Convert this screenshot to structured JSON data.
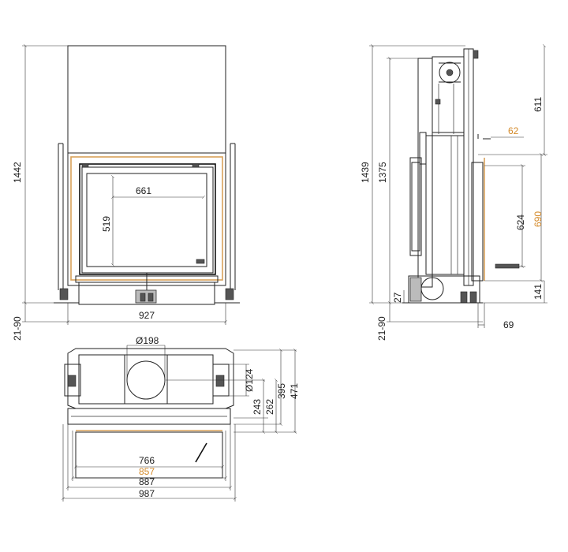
{
  "colors": {
    "line": "#222222",
    "orange": "#d48a2a",
    "background": "#ffffff"
  },
  "front_view": {
    "height_total": "1442",
    "floor_gap": "21-90",
    "glass_width": "661",
    "glass_height": "519",
    "width": "927"
  },
  "side_view": {
    "height_total": "1439",
    "height_body": "1375",
    "top_section": "611",
    "flue_offset": "62",
    "door_height": "624",
    "frame_height": "690",
    "base_height": "141",
    "floor_gap": "21-90",
    "depth_front": "69",
    "small_label": "27"
  },
  "top_view": {
    "flue_diameter": "Ø198",
    "air_inlet_diameter": "Ø124",
    "depth_243": "243",
    "depth_262": "262",
    "depth_395": "395",
    "depth_471": "471",
    "width_766": "766",
    "width_857": "857",
    "width_887": "887",
    "width_987": "987"
  }
}
